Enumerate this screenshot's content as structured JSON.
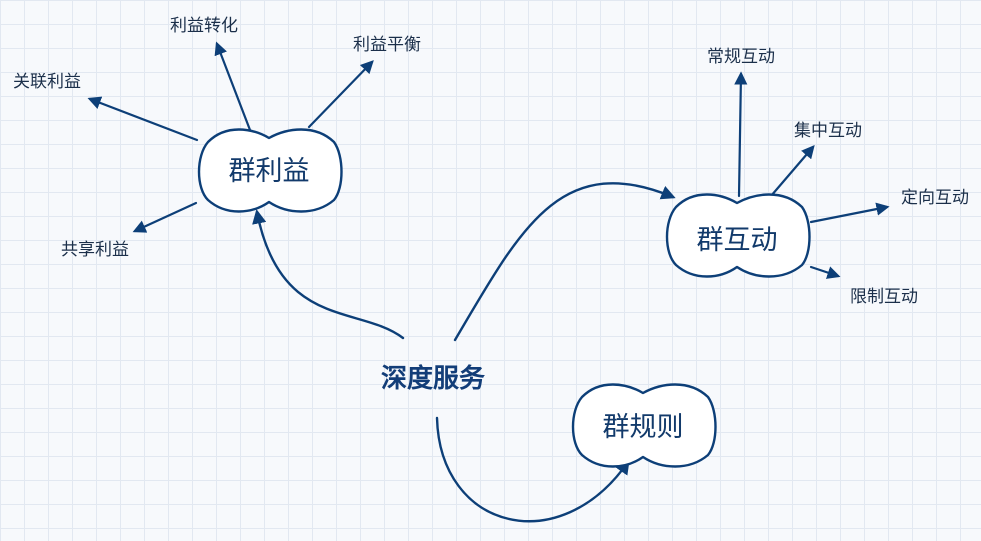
{
  "center": {
    "label": "深度服务"
  },
  "nodes": {
    "benefit": {
      "label": "群利益"
    },
    "interaction": {
      "label": "群互动"
    },
    "rules": {
      "label": "群规则"
    }
  },
  "leaves": {
    "benefit_transfer": "利益转化",
    "benefit_balance": "利益平衡",
    "benefit_related": "关联利益",
    "benefit_shared": "共享利益",
    "interaction_regular": "常规互动",
    "interaction_focused": "集中互动",
    "interaction_targeted": "定向互动",
    "interaction_limited": "限制互动"
  },
  "colors": {
    "stroke": "#0d3f78",
    "center_text": "#123d78",
    "node_text": "#123a6b",
    "leaf_text": "#1b2f4a",
    "background": "#f7f9fc",
    "grid": "#e2e8f1"
  }
}
